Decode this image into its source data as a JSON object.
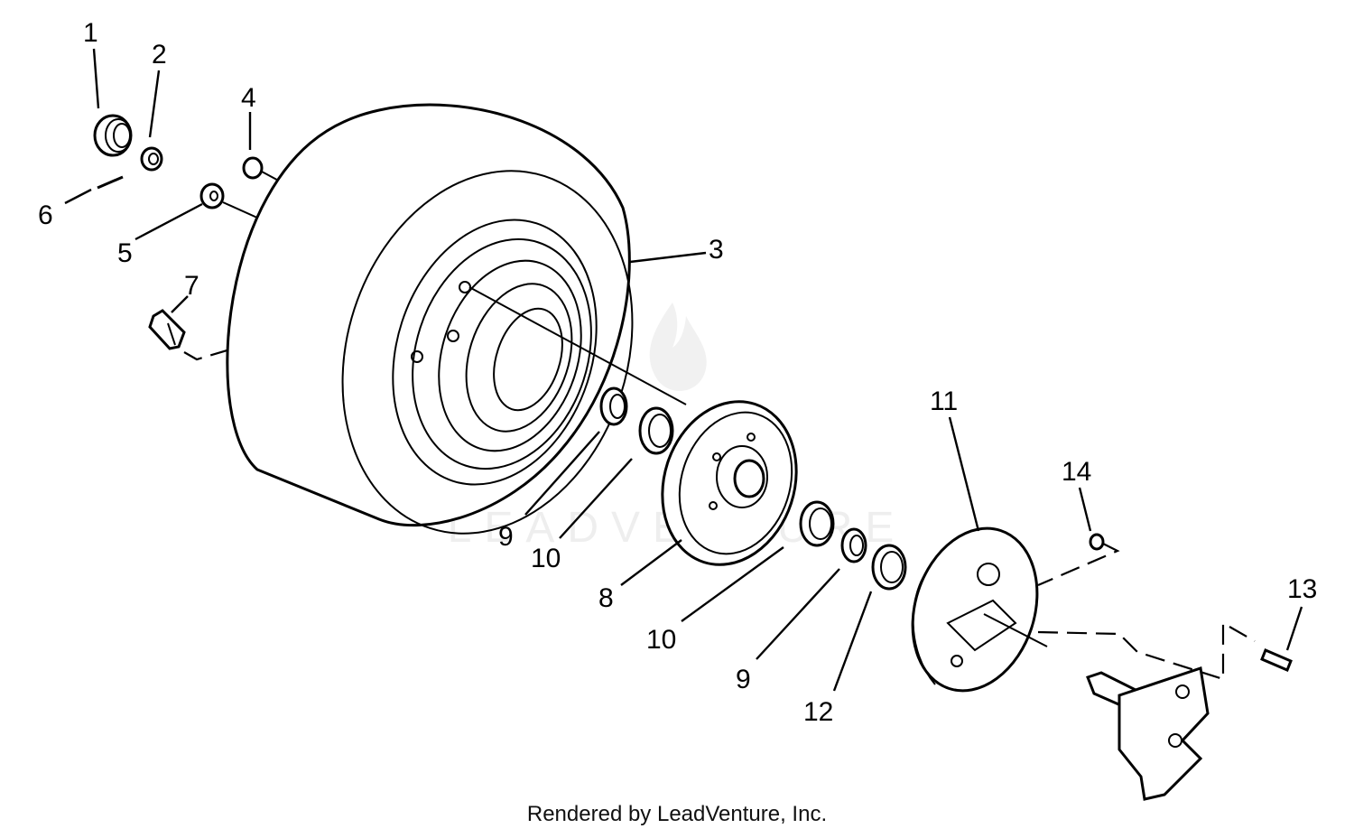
{
  "callouts": [
    {
      "id": "c1",
      "text": "1"
    },
    {
      "id": "c2",
      "text": "2"
    },
    {
      "id": "c3",
      "text": "3"
    },
    {
      "id": "c4",
      "text": "4"
    },
    {
      "id": "c5",
      "text": "5"
    },
    {
      "id": "c6",
      "text": "6"
    },
    {
      "id": "c7",
      "text": "7"
    },
    {
      "id": "c8",
      "text": "8"
    },
    {
      "id": "c9a",
      "text": "9"
    },
    {
      "id": "c9b",
      "text": "9"
    },
    {
      "id": "c10a",
      "text": "10"
    },
    {
      "id": "c10b",
      "text": "10"
    },
    {
      "id": "c11",
      "text": "11"
    },
    {
      "id": "c12",
      "text": "12"
    },
    {
      "id": "c13",
      "text": "13"
    },
    {
      "id": "c14",
      "text": "14"
    }
  ],
  "footer": {
    "credit": "Rendered by LeadVenture, Inc."
  },
  "watermark": {
    "text": "LEADVENTURE"
  }
}
